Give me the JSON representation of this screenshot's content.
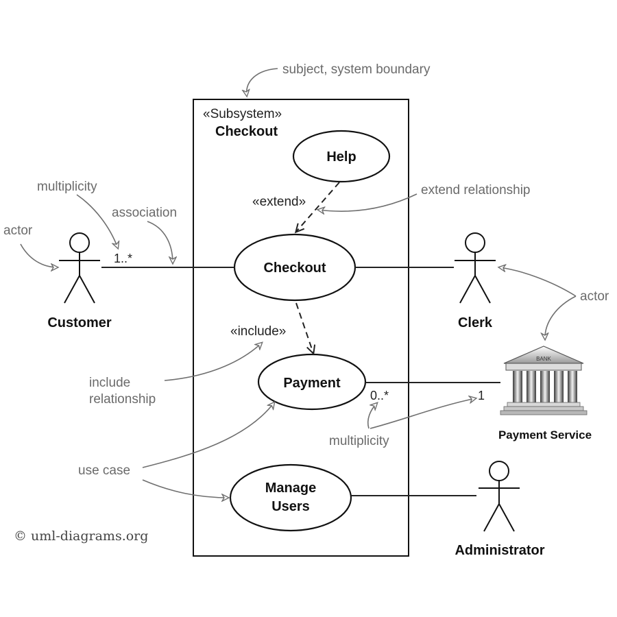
{
  "subsystem": {
    "stereotype": "«Subsystem»",
    "name": "Checkout"
  },
  "use_cases": {
    "help": "Help",
    "checkout": "Checkout",
    "payment": "Payment",
    "manage_users_line1": "Manage",
    "manage_users_line2": "Users"
  },
  "actors": {
    "customer": "Customer",
    "clerk": "Clerk",
    "payment_service": "Payment Service",
    "administrator": "Administrator"
  },
  "relations": {
    "extend": "«extend»",
    "include": "«include»",
    "customer_multiplicity": "1..*",
    "payment_multiplicity": "0..*",
    "service_multiplicity": "1"
  },
  "annotations": {
    "subject": "subject, system boundary",
    "multiplicity_top": "multiplicity",
    "association": "association",
    "actor_left": "actor",
    "extend_relationship": "extend relationship",
    "actor_right": "actor",
    "include_line1": "include",
    "include_line2": "relationship",
    "use_case": "use case",
    "multiplicity_bottom": "multiplicity"
  },
  "bank_sign": "BANK",
  "copyright": "© uml-diagrams.org"
}
